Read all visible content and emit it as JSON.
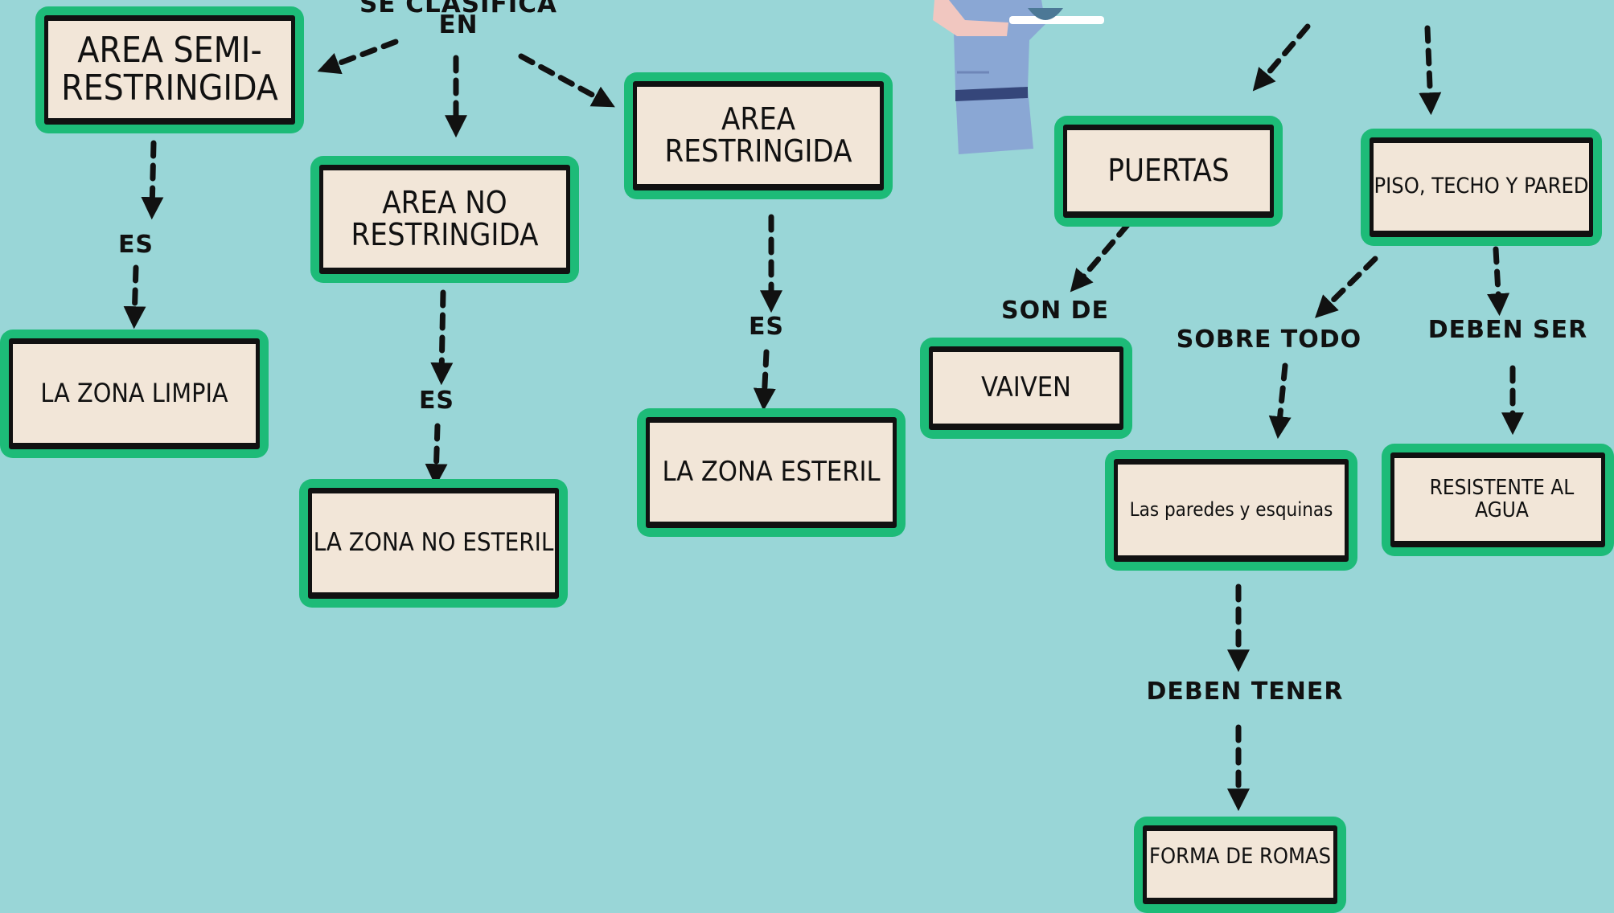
{
  "top_label": "SE CLASIFICA\nEN",
  "connectors": {
    "es_1": "ES",
    "es_2": "ES",
    "es_3": "ES",
    "son_de": "SON DE",
    "sobre_todo": "SOBRE TODO",
    "deben_ser": "DEBEN SER",
    "deben_tener": "DEBEN TENER"
  },
  "nodes": {
    "area_semi_restringida": "AREA SEMI-\nRESTRINGIDA",
    "area_no_restringida": "AREA NO\nRESTRINGIDA",
    "area_restringida": "AREA\nRESTRINGIDA",
    "zona_limpia": "LA ZONA LIMPIA",
    "zona_no_esteril": "LA ZONA NO ESTERIL",
    "zona_esteril": "LA ZONA ESTERIL",
    "puertas": "PUERTAS",
    "piso_techo_pared": "PISO, TECHO Y PARED",
    "vaiven": "VAIVEN",
    "paredes_esquinas": "Las paredes y esquinas",
    "resistente_agua": "RESISTENTE AL AGUA",
    "forma_romas": "FORMA DE ROMAS"
  },
  "colors": {
    "background": "#99d6d7",
    "box_frame": "#1dbb78",
    "box_fill": "#f2e6d8",
    "nurse_scrubs": "#8aa7d4"
  },
  "icons": {
    "nurse": "nurse-illustration-icon"
  }
}
